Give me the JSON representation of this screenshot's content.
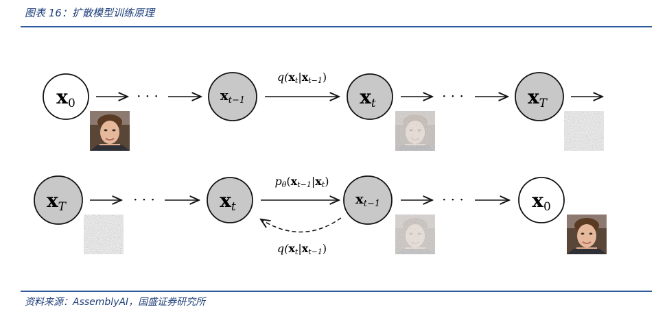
{
  "header": {
    "title": "图表 16：扩散模型训练原理"
  },
  "footer": {
    "source": "资料来源：AssemblyAI，国盛证券研究所"
  },
  "diagram": {
    "forward_row": {
      "nodes": [
        {
          "main": "x",
          "sub": "0"
        },
        {
          "main": "x",
          "sub": "t−1"
        },
        {
          "main": "x",
          "sub": "t"
        },
        {
          "main": "x",
          "sub": "T"
        }
      ],
      "ellipsis": "· · ·",
      "edge_label": {
        "pre": "q(",
        "a": "x",
        "asub": "t",
        "bar": "|",
        "b": "x",
        "bsub": "t−1",
        "post": ")"
      }
    },
    "reverse_row": {
      "nodes": [
        {
          "main": "x",
          "sub": "T"
        },
        {
          "main": "x",
          "sub": "t"
        },
        {
          "main": "x",
          "sub": "t−1"
        },
        {
          "main": "x",
          "sub": "0"
        }
      ],
      "ellipsis": "· · ·",
      "edge_label": {
        "pre": "p",
        "presub": "θ",
        "open": "(",
        "a": "x",
        "asub": "t−1",
        "bar": "|",
        "b": "x",
        "bsub": "t",
        "post": ")"
      },
      "dashed_label": {
        "pre": "q(",
        "a": "x",
        "asub": "t",
        "bar": "|",
        "b": "x",
        "bsub": "t−1",
        "post": ")"
      }
    },
    "colors": {
      "filled_node": "#c8c8c8",
      "open_node": "#ffffff",
      "stroke": "#111111",
      "noise": "#8a8a8a"
    }
  }
}
